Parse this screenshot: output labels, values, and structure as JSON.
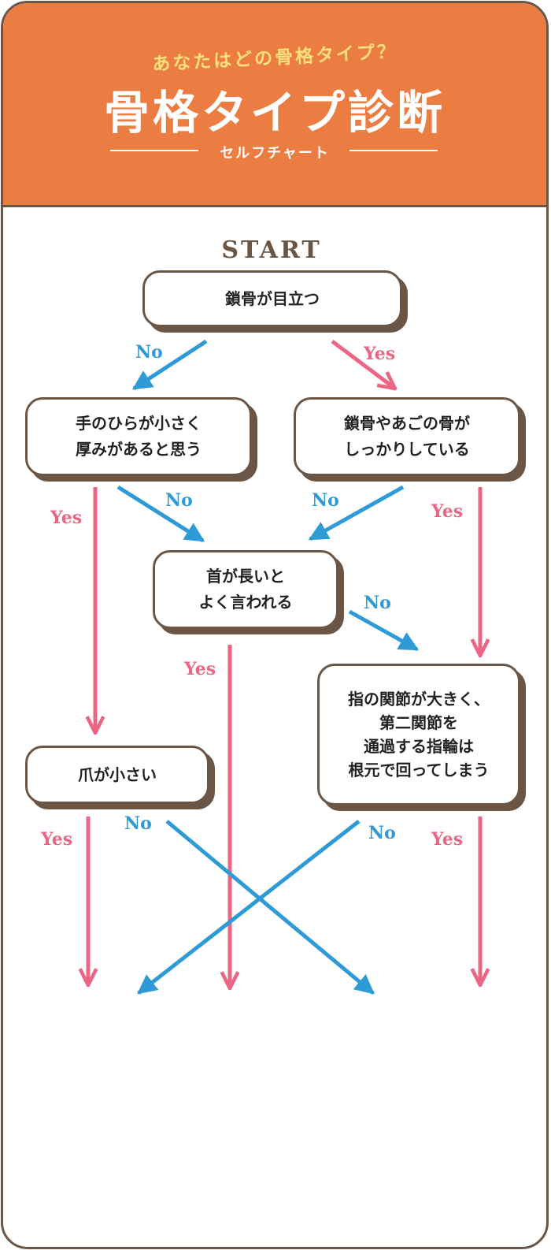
{
  "header": {
    "subtitle": "あなたはどの骨格タイプ？",
    "title": "骨格タイプ診断",
    "self_chart": "セルフチャート"
  },
  "start_label": "START",
  "nodes": {
    "q1": "鎖骨が目立つ",
    "q2": "手のひらが小さく\n厚みがあると思う",
    "q3": "鎖骨やあごの骨が\nしっかりしている",
    "q4": "首が長いと\nよく言われる",
    "q5": "指の関節が大きく、\n第二関節を\n通過する指輪は\n根元で回ってしまう",
    "q6": "爪が小さい"
  },
  "edge_labels": {
    "no": "No",
    "yes": "Yes"
  },
  "colors": {
    "header": "#ec7d42",
    "subtitle": "#fbe07b",
    "border": "#6b5646",
    "no": "#2e9bd6",
    "yes": "#ea6684"
  }
}
